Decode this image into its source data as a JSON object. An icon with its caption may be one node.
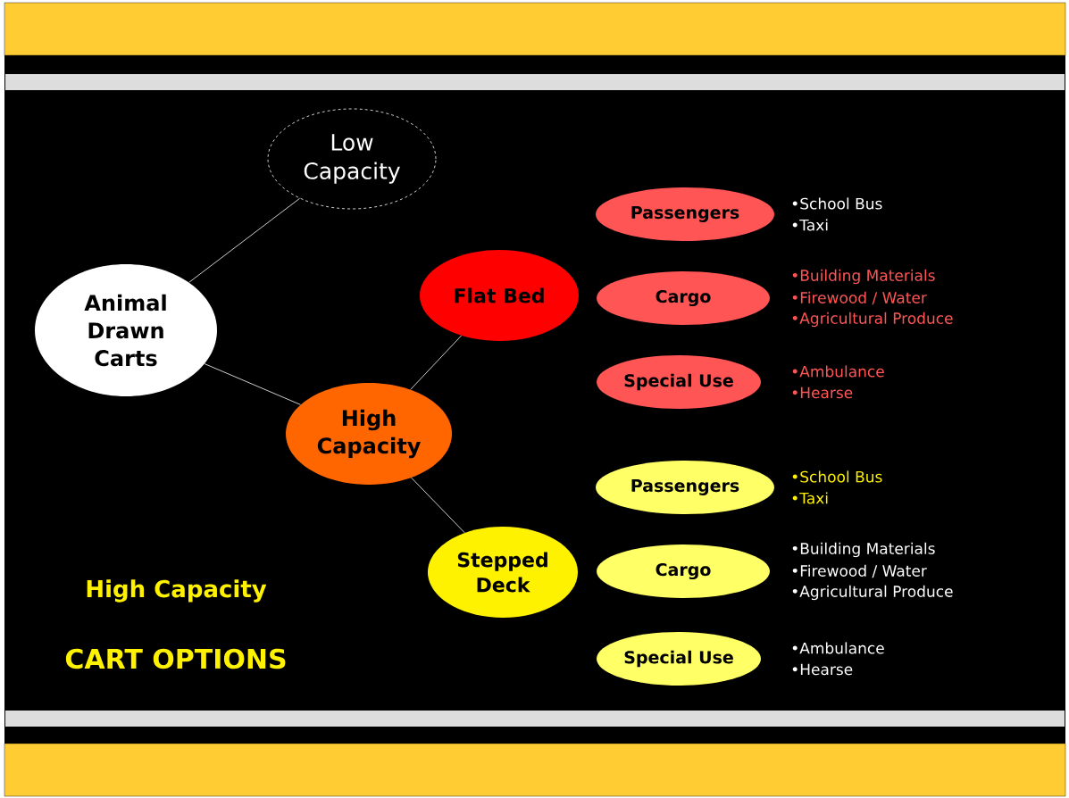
{
  "diagram": {
    "nodes": [
      {
        "text": [
          "Low Capacity"
        ]
      },
      {
        "text": [
          "Animal Drawn Carts"
        ]
      },
      {
        "text": [
          "High Capacity"
        ]
      },
      {
        "text": [
          "Flat Bed"
        ]
      },
      {
        "text": [
          "Stepped Deck"
        ]
      },
      {
        "text": [
          "Passengers"
        ],
        "beside": [
          "•School Bus",
          "•Taxi"
        ]
      },
      {
        "text": [
          "Cargo"
        ],
        "beside": [
          "•Building Materials",
          "•Firewood / Water",
          "•Agricultural Produce"
        ]
      },
      {
        "text": [
          "Special Use"
        ],
        "beside": [
          "•Ambulance",
          "•Hearse"
        ]
      },
      {
        "text": [
          "Passengers"
        ],
        "beside": [
          "•School Bus",
          "•Taxi"
        ]
      },
      {
        "text": [
          "Cargo"
        ],
        "beside": [
          "•Building Materials",
          "•Firewood / Water",
          "•Agricultural Produce"
        ]
      },
      {
        "text": [
          "Special Use"
        ],
        "beside": [
          "•Ambulance",
          "•Hearse"
        ]
      }
    ],
    "edges": [
      {
        "from": 1,
        "to": 0,
        "arrow": "none"
      },
      {
        "from": 1,
        "to": 2,
        "arrow": "none"
      },
      {
        "from": 2,
        "to": 3,
        "arrow": "none"
      },
      {
        "from": 2,
        "to": 4,
        "arrow": "none"
      }
    ],
    "labels": [
      "High Capacity",
      "CART OPTIONS"
    ]
  }
}
